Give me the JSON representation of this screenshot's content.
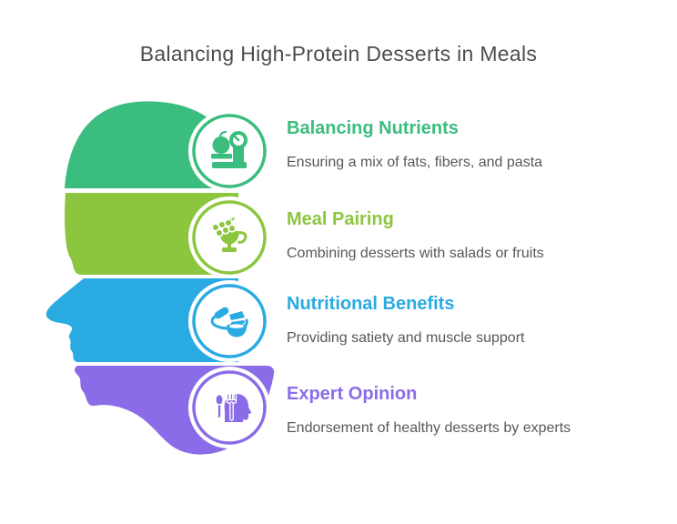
{
  "title": "Balancing High-Protein Desserts in Meals",
  "colors": {
    "green": "#3ABD7E",
    "lime": "#8CC63F",
    "blue": "#29ABE2",
    "purple": "#8B6CE8",
    "title_text": "#4D4D4D",
    "body_text": "#57585B",
    "background": "#FFFFFF"
  },
  "sections": [
    {
      "heading": "Balancing Nutrients",
      "description": "Ensuring a mix of fats, fibers, and pasta",
      "color_key": "green",
      "icon": "kitchen-scale-with-apple-icon"
    },
    {
      "heading": "Meal Pairing",
      "description": "Combining desserts with salads or fruits",
      "color_key": "lime",
      "icon": "goblet-with-grapes-icon"
    },
    {
      "heading": "Nutritional Benefits",
      "description": "Providing satiety and muscle support",
      "color_key": "blue",
      "icon": "plate-with-food-and-bowl-icon"
    },
    {
      "heading": "Expert Opinion",
      "description": "Endorsement of healthy desserts by experts",
      "color_key": "purple",
      "icon": "head-with-spoon-and-fork-icon"
    }
  ]
}
